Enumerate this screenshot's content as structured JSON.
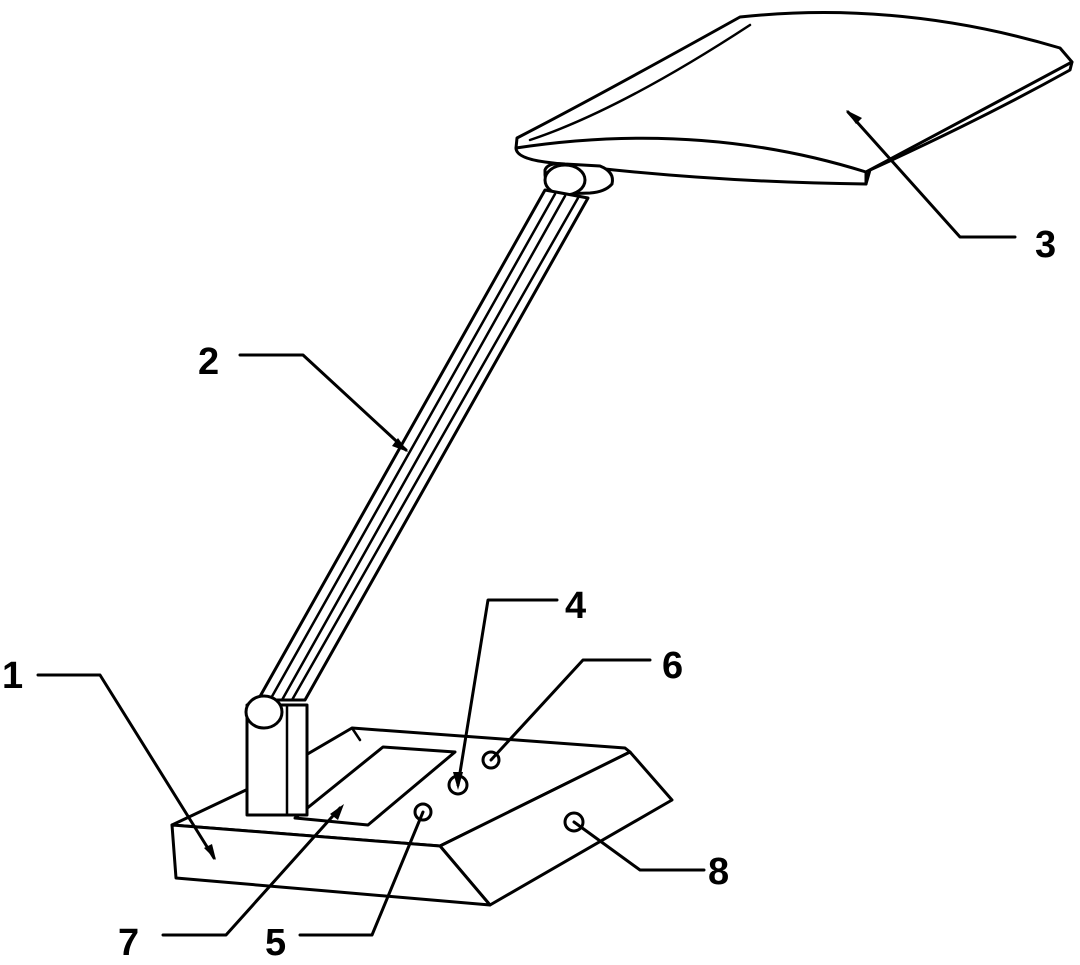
{
  "figure": {
    "labels": [
      {
        "id": "base",
        "text": "1"
      },
      {
        "id": "arm",
        "text": "2"
      },
      {
        "id": "lamp-head",
        "text": "3"
      },
      {
        "id": "button-4",
        "text": "4"
      },
      {
        "id": "button-5",
        "text": "5"
      },
      {
        "id": "button-6",
        "text": "6"
      },
      {
        "id": "panel",
        "text": "7"
      },
      {
        "id": "side-button",
        "text": "8"
      }
    ]
  }
}
